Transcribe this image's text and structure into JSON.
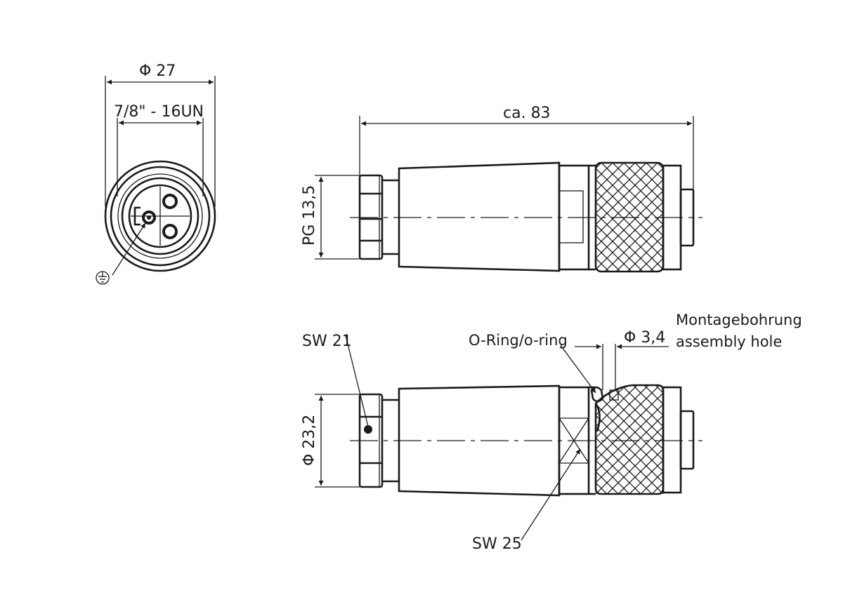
{
  "front_view": {
    "outer_diameter_label": "Φ 27",
    "thread_label": "7/8\" - 16UN",
    "ground_icon": "ground-symbol-icon"
  },
  "side_view_top": {
    "length_label": "ca. 83",
    "cable_gland_label": "PG 13,5"
  },
  "side_view_bottom": {
    "wrench_nut_label": "SW 21",
    "diameter_label": "Φ 23,2",
    "wrench_body_label": "SW 25",
    "oring_label": "O-Ring/o-ring",
    "hole_diameter_label": "Φ 3,4",
    "mounting_hole_label_de": "Montagebohrung",
    "mounting_hole_label_en": "assembly hole"
  }
}
